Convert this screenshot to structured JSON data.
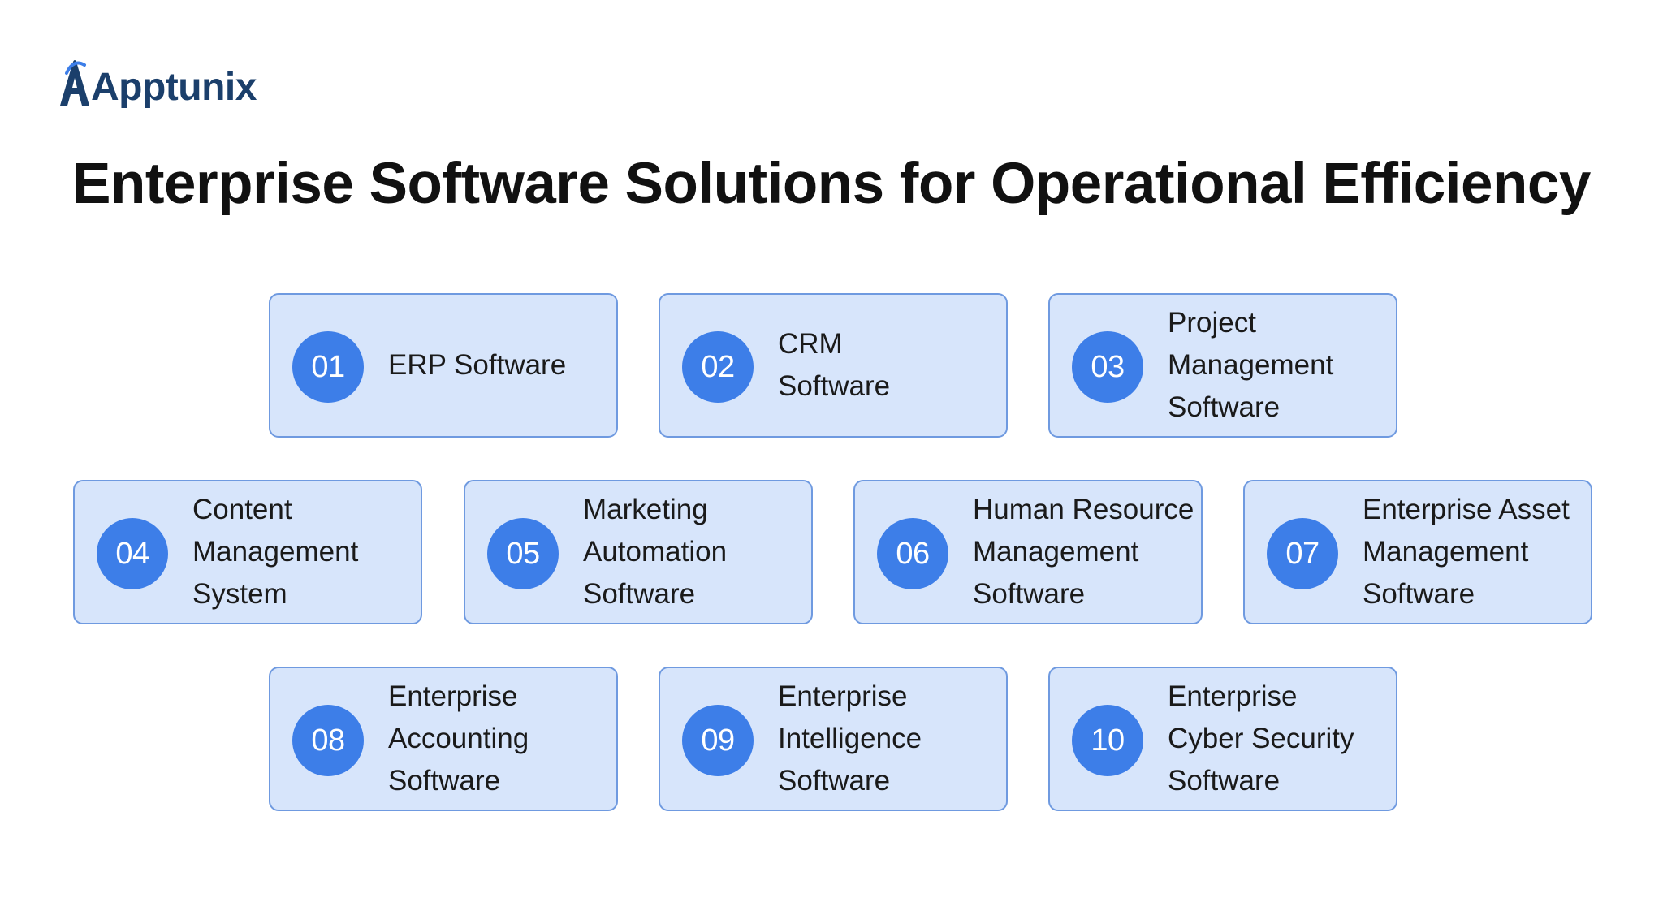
{
  "brand": {
    "name": "Apptunix",
    "colors": {
      "logo": "#1b3f6b",
      "accent": "#3d7ee8",
      "card_fill": "#d7e5fb",
      "card_border": "#6f9ae0"
    }
  },
  "title": "Enterprise Software Solutions for Operational Efficiency",
  "items": [
    {
      "number": "01",
      "label": "ERP Software"
    },
    {
      "number": "02",
      "label": "CRM\nSoftware"
    },
    {
      "number": "03",
      "label": "Project\nManagement\nSoftware"
    },
    {
      "number": "04",
      "label": "Content\nManagement\nSystem"
    },
    {
      "number": "05",
      "label": "Marketing\nAutomation\nSoftware"
    },
    {
      "number": "06",
      "label": "Human Resource\nManagement\nSoftware"
    },
    {
      "number": "07",
      "label": "Enterprise Asset\nManagement\nSoftware"
    },
    {
      "number": "08",
      "label": "Enterprise\nAccounting\nSoftware"
    },
    {
      "number": "09",
      "label": "Enterprise\nIntelligence\nSoftware"
    },
    {
      "number": "10",
      "label": "Enterprise\nCyber Security\nSoftware"
    }
  ]
}
